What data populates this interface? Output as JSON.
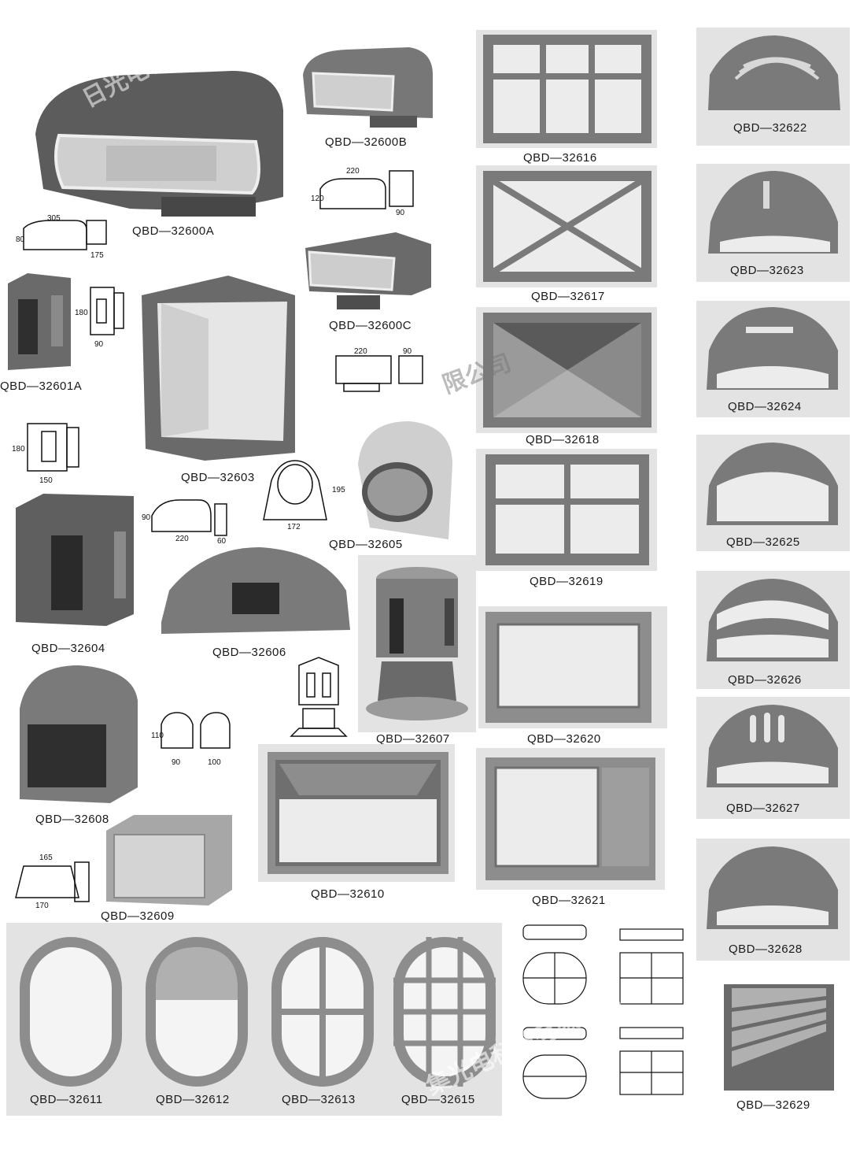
{
  "products": [
    {
      "id": "p32600A",
      "model": "QBD—32600A"
    },
    {
      "id": "p32600B",
      "model": "QBD—32600B"
    },
    {
      "id": "p32600C",
      "model": "QBD—32600C"
    },
    {
      "id": "p32601A",
      "model": "QBD—32601A"
    },
    {
      "id": "p32603",
      "model": "QBD—32603"
    },
    {
      "id": "p32604",
      "model": "QBD—32604"
    },
    {
      "id": "p32605",
      "model": "QBD—32605"
    },
    {
      "id": "p32606",
      "model": "QBD—32606"
    },
    {
      "id": "p32607",
      "model": "QBD—32607"
    },
    {
      "id": "p32608",
      "model": "QBD—32608"
    },
    {
      "id": "p32609",
      "model": "QBD—32609"
    },
    {
      "id": "p32610",
      "model": "QBD—32610"
    },
    {
      "id": "p32611",
      "model": "QBD—32611"
    },
    {
      "id": "p32612",
      "model": "QBD—32612"
    },
    {
      "id": "p32613",
      "model": "QBD—32613"
    },
    {
      "id": "p32615",
      "model": "QBD—32615"
    },
    {
      "id": "p32616",
      "model": "QBD—32616"
    },
    {
      "id": "p32617",
      "model": "QBD—32617"
    },
    {
      "id": "p32618",
      "model": "QBD—32618"
    },
    {
      "id": "p32619",
      "model": "QBD—32619"
    },
    {
      "id": "p32620",
      "model": "QBD—32620"
    },
    {
      "id": "p32621",
      "model": "QBD—32621"
    },
    {
      "id": "p32622",
      "model": "QBD—32622"
    },
    {
      "id": "p32623",
      "model": "QBD—32623"
    },
    {
      "id": "p32624",
      "model": "QBD—32624"
    },
    {
      "id": "p32625",
      "model": "QBD—32625"
    },
    {
      "id": "p32626",
      "model": "QBD—32626"
    },
    {
      "id": "p32627",
      "model": "QBD—32627"
    },
    {
      "id": "p32628",
      "model": "QBD—32628"
    },
    {
      "id": "p32629",
      "model": "QBD—32629"
    }
  ],
  "dimensions": {
    "d32600A": {
      "w": "305",
      "h": "80",
      "d": "175"
    },
    "d32600B": {
      "w": "220",
      "h": "120",
      "d": "90"
    },
    "d32600C": {
      "w": "220",
      "d": "90"
    },
    "d32601A": {
      "h": "180",
      "w": "90"
    },
    "d32603": {
      "h": "180",
      "w": "150"
    },
    "d32604": {
      "h": "90",
      "w": "220",
      "d": "60"
    },
    "d32605": {
      "w": "172",
      "h": "195"
    },
    "d32608": {
      "h": "110",
      "w": "90",
      "d": "100"
    },
    "d32609": {
      "top": "165",
      "bottom": "170"
    }
  },
  "watermark": {
    "text1": "日光电科技有限公司",
    "text2": "限公司",
    "text3": "集光电科技有限公司"
  },
  "colors": {
    "housing": "#6f6f6f",
    "housingLight": "#a9a9a9",
    "diffuser": "#ececec",
    "frame": "#8d8d8d"
  }
}
